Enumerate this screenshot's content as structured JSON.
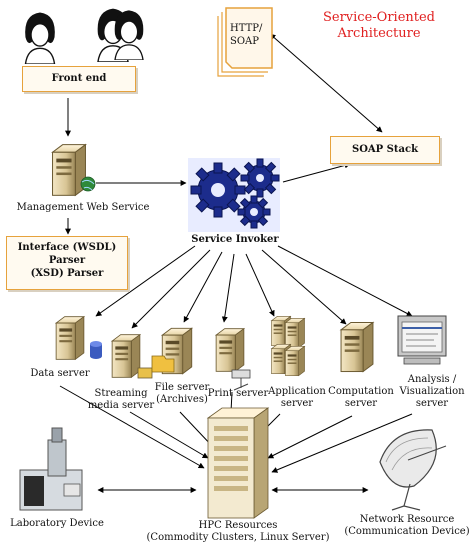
{
  "title": {
    "line1": "Service-Oriented",
    "line2": "Architecture"
  },
  "front_end": "Front end",
  "http_soap": {
    "line1": "HTTP/",
    "line2": "SOAP"
  },
  "soap_stack": "SOAP Stack",
  "management_web_service": "Management Web Service",
  "interface_parser": {
    "line1": "Interface (WSDL)",
    "line2": "Parser",
    "line3": "(XSD) Parser"
  },
  "service_invoker": "Service Invoker",
  "servers": {
    "data": "Data server",
    "streaming": {
      "line1": "Streaming",
      "line2": "media server"
    },
    "file": {
      "line1": "File server",
      "line2": "(Archives)"
    },
    "print": "Print server",
    "application": {
      "line1": "Application",
      "line2": "server"
    },
    "computation": {
      "line1": "Computation",
      "line2": "server"
    },
    "analysis": {
      "line1": "Analysis /",
      "line2": "Visualization",
      "line3": "server"
    }
  },
  "laboratory_device": "Laboratory Device",
  "hpc": {
    "line1": "HPC Resources",
    "line2": "(Commodity Clusters, Linux Server)"
  },
  "network": {
    "line1": "Network Resource",
    "line2": "(Communication Device)"
  },
  "colors": {
    "box_border": "#e6a23c",
    "title": "#e02020",
    "gear": "#1c2c8c"
  }
}
